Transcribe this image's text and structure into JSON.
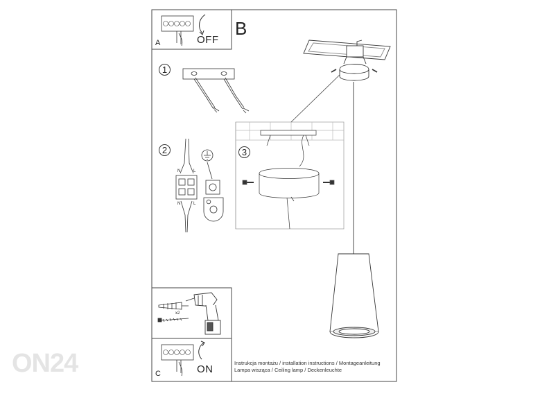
{
  "sheet": {
    "letters": {
      "a": "A",
      "b": "B",
      "c": "C"
    },
    "off_label": "OFF",
    "on_label": "ON",
    "steps": [
      "1",
      "2",
      "3"
    ],
    "terminal_labels": {
      "n_top": "N",
      "l_top": "L",
      "n_bottom": "N",
      "l_bottom": "L"
    },
    "dowel_count": "x2",
    "caption_line1": "Instrukcja montażu / installation instructions / Montageanleitung",
    "caption_line2": "Lampa wisząca / Ceiling lamp  / Deckenleuchte"
  },
  "watermark": {
    "text": "ON24"
  },
  "icons": [
    "switch-off-icon",
    "switch-on-icon",
    "ground-symbol-icon",
    "drill-icon",
    "dowel-icon",
    "screw-icon",
    "pendant-lamp-icon"
  ]
}
